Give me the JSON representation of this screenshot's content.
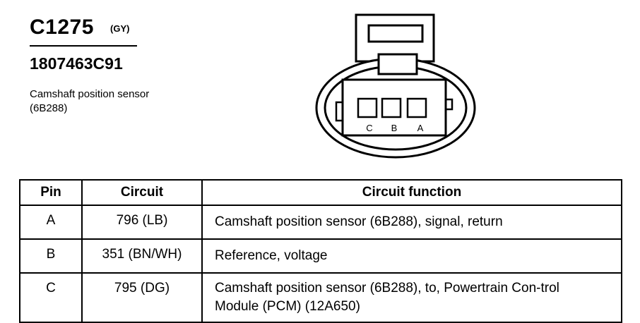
{
  "connector": {
    "id": "C1275",
    "color_code": "(GY)",
    "part_number": "1807463C91",
    "description": "Camshaft position sensor (6B288)"
  },
  "diagram": {
    "cavity_labels": [
      "C",
      "B",
      "A"
    ]
  },
  "table": {
    "headers": {
      "pin": "Pin",
      "circuit": "Circuit",
      "function": "Circuit function"
    },
    "rows": [
      {
        "pin": "A",
        "circuit": "796 (LB)",
        "function": "Camshaft position sensor (6B288), signal, return"
      },
      {
        "pin": "B",
        "circuit": "351 (BN/WH)",
        "function": "Reference, voltage"
      },
      {
        "pin": "C",
        "circuit": "795 (DG)",
        "function": "Camshaft position sensor (6B288), to, Powertrain Con-trol Module (PCM) (12A650)"
      }
    ]
  }
}
